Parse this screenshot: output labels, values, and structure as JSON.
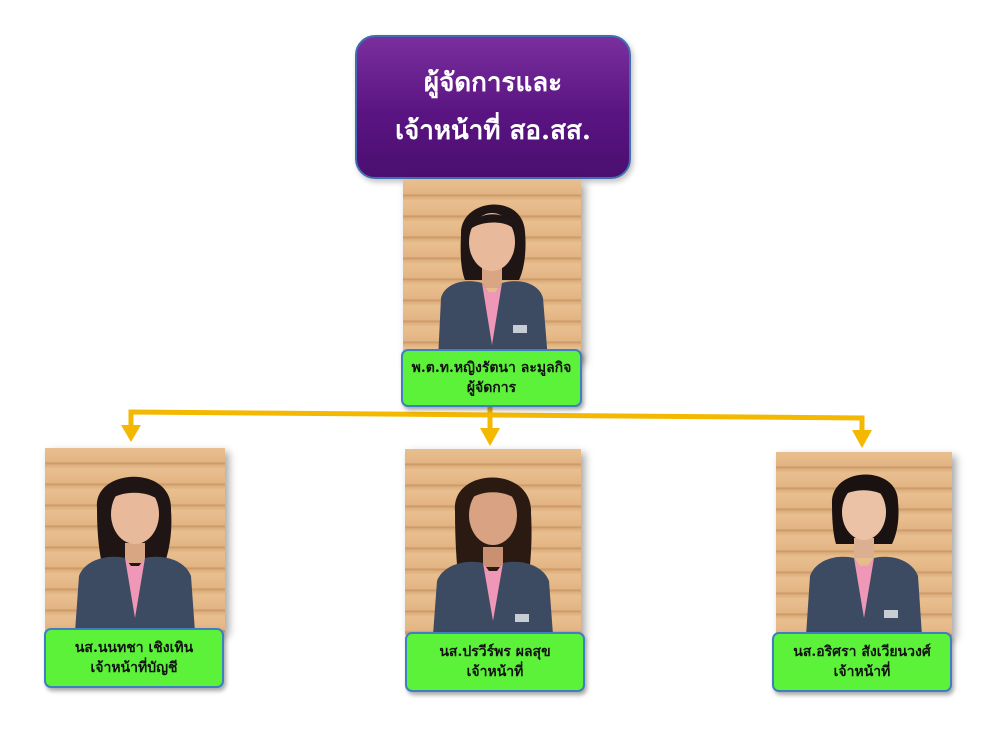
{
  "title": {
    "line1": "ผู้จัดการและ",
    "line2": "เจ้าหน้าที่ สอ.สส."
  },
  "manager": {
    "name": "พ.ต.ท.หญิงรัตนา ละมูลกิจ",
    "role": "ผู้จัดการ"
  },
  "staff": [
    {
      "name": "นส.นนทชา เชิงเทิน",
      "role": "เจ้าหน้าที่บัญชี"
    },
    {
      "name": "นส.ปรวีร์พร ผลสุข",
      "role": "เจ้าหน้าที่"
    },
    {
      "name": "นส.อริศรา สังเวียนวงศ์",
      "role": "เจ้าหน้าที่"
    }
  ],
  "colors": {
    "title_bg": "#5a1482",
    "label_bg": "#5cf23a",
    "connector": "#f5b800",
    "label_border": "#3d7fc0"
  }
}
